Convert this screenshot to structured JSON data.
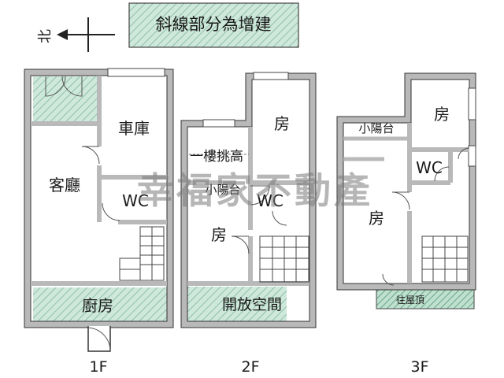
{
  "legend": {
    "note": "斜線部分為增建"
  },
  "compass": {
    "north_label": "北"
  },
  "watermark": "幸福家不動產",
  "floors": [
    {
      "label": "1F",
      "rooms": {
        "garage": "車庫",
        "living": "客廳",
        "wc": "WC",
        "kitchen": "廚房"
      }
    },
    {
      "label": "2F",
      "rooms": {
        "double_height": "一樓挑高",
        "room_front": "房",
        "balcony": "小陽台",
        "wc": "WC",
        "room_back": "房",
        "open_space": "開放空間"
      }
    },
    {
      "label": "3F",
      "rooms": {
        "balcony": "小陽台",
        "room_front": "房",
        "wc": "WC",
        "room_back": "房",
        "to_roof": "往屋頂"
      }
    }
  ],
  "colors": {
    "wall": "#b9b9b9",
    "wall_edge": "#333333",
    "hatch_fill": "#cfe8dc",
    "hatch_line": "#7fb79a"
  }
}
